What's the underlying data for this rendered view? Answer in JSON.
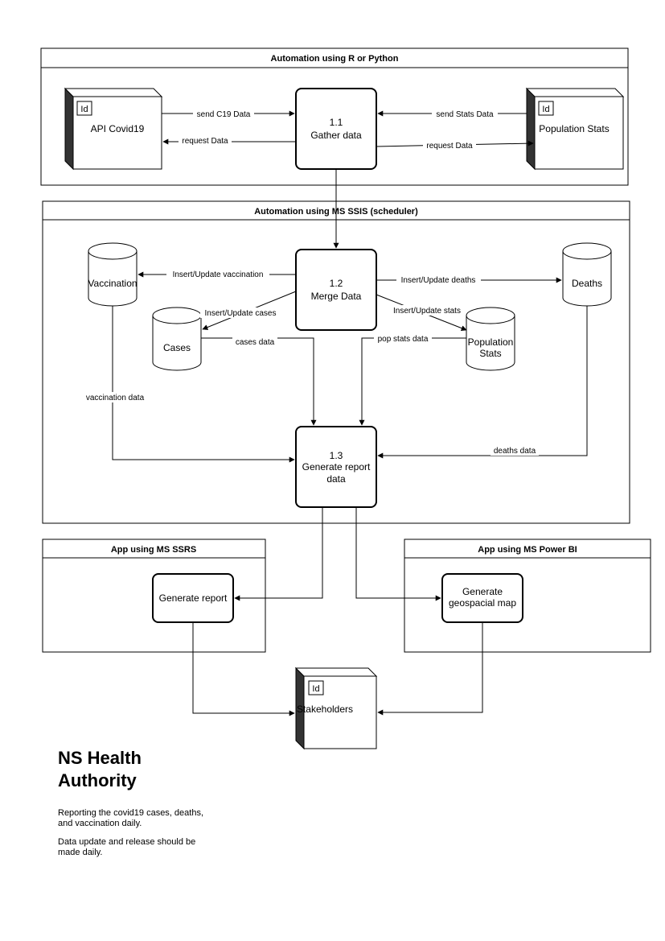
{
  "lanes": {
    "automation_r_python": "Automation using R or Python",
    "automation_ssis": "Automation using MS SSIS (scheduler)",
    "app_ssrs": "App using MS SSRS",
    "app_powerbi": "App using MS Power BI"
  },
  "nodes": {
    "api": {
      "id_tag": "Id",
      "label": "API Covid19"
    },
    "population_source": {
      "id_tag": "Id",
      "label": "Population Stats"
    },
    "stakeholders": {
      "id_tag": "Id",
      "label": "Stakeholders"
    },
    "gather": {
      "number": "1.1",
      "label": "Gather data"
    },
    "merge": {
      "number": "1.2",
      "label": "Merge Data"
    },
    "generate_report_data": {
      "number": "1.3",
      "label_line1": "Generate report",
      "label_line2": "data"
    },
    "generate_report": {
      "label": "Generate report"
    },
    "geomap": {
      "label_line1": "Generate",
      "label_line2": "geospacial map"
    }
  },
  "stores": {
    "vaccination": "Vaccination",
    "cases": "Cases",
    "deaths": "Deaths",
    "population_line1": "Population",
    "population_line2": "Stats"
  },
  "edges": {
    "send_c19": "send C19 Data",
    "request_data_api": "request Data",
    "send_stats": "send Stats Data",
    "request_data_pop": "request Data",
    "insert_vaccination": "Insert/Update vaccination",
    "insert_deaths": "Insert/Update deaths",
    "insert_cases": "Insert/Update cases",
    "insert_stats": "Insert/Update stats",
    "cases_data": "cases data",
    "pop_stats_data": "pop stats data",
    "vaccination_data": "vaccination data",
    "deaths_data": "deaths data"
  },
  "notes": {
    "title": "NS Health Authority",
    "line1": "Reporting the covid19 cases, deaths, and vaccination daily.",
    "line2": "Data update and release should be made daily."
  }
}
